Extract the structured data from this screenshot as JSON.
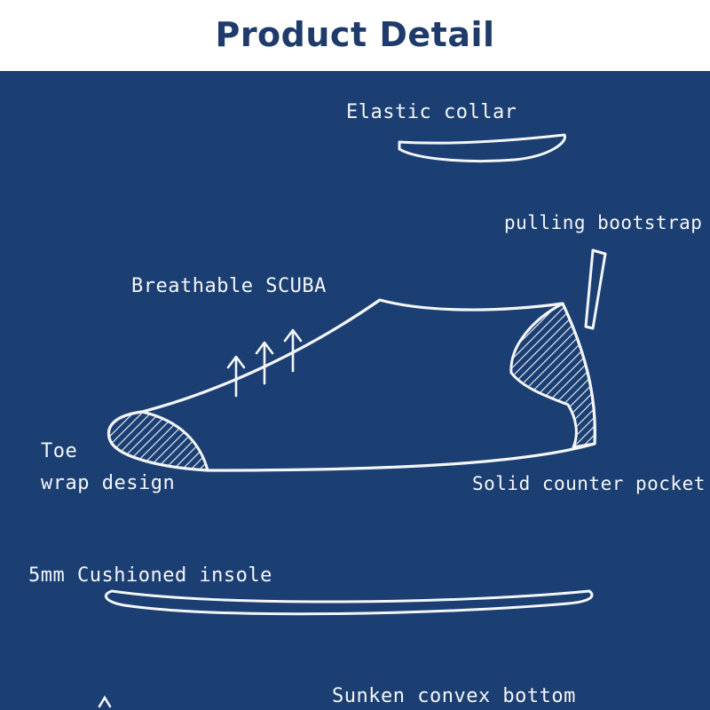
{
  "header": {
    "title": "Product Detail"
  },
  "labels": {
    "elastic_collar": "Elastic collar",
    "pulling_bootstrap": "pulling bootstrap",
    "breathable_scuba": "Breathable SCUBA",
    "toe_line1": "Toe",
    "toe_line2": "wrap design",
    "solid_counter_pocket": "Solid counter pocket",
    "cushioned_insole": "5mm Cushioned insole",
    "sunken_convex_bottom": "Sunken convex bottom"
  },
  "colors": {
    "panel_background": "#1c3f73",
    "title": "#1f3b6c",
    "sketch_line": "#f4f6f9"
  },
  "icons": [
    "up-arrow-icon",
    "shoe-outline",
    "hatched-toe-cap",
    "hatched-heel-counter",
    "collar-piece",
    "bootstrap-tab",
    "insole-piece"
  ]
}
